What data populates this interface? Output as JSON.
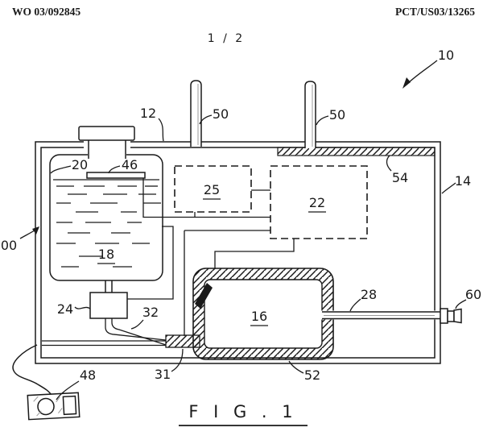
{
  "page": {
    "publication_number": "WO 03/092845",
    "application_number": "PCT/US03/13265",
    "sheet_indicator": "1 / 2",
    "figure_caption": "F I G . 1"
  },
  "colors": {
    "ink": "#1a1a1a",
    "paper": "#ffffff"
  },
  "reference_numerals": {
    "system_partial": "00",
    "assembly": "10",
    "enclosure_top_wall": "12",
    "enclosure_side_wall": "14",
    "canister": "16",
    "tank": "18",
    "tank_wall": "20",
    "module_right": "22",
    "pump": "24",
    "module_left": "25",
    "outlet_pipe": "28",
    "bottom_connector": "31",
    "tube": "32",
    "float_plate": "46",
    "remote_device": "48",
    "probe_left": "50",
    "probe_right": "50",
    "canister_bottom": "52",
    "shield_strip": "54",
    "outlet_fitting": "60"
  }
}
